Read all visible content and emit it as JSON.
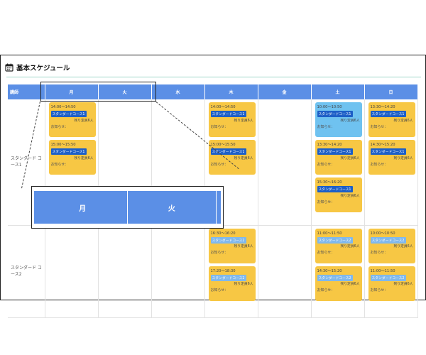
{
  "title": "基本スケジュール",
  "header": [
    "講師",
    "月",
    "火",
    "水",
    "木",
    "金",
    "土",
    "日"
  ],
  "courses": [
    "スタンダード コース1",
    "スタンダード コース2"
  ],
  "labels": {
    "course1": "スタンダードコース1",
    "course2": "スタンダードコース2",
    "remain": "残り定員6人",
    "notice": "お知らせ："
  },
  "row1": {
    "mon": [
      "14:00〜14:50",
      "15:00〜15:50"
    ],
    "thu": [
      "14:00〜14:50",
      "15:00〜15:50"
    ],
    "sat": [
      "10:00〜10:50",
      "13:30〜14:20",
      "15:30〜16:20"
    ],
    "sun": [
      "13:30〜14:20",
      "14:30〜15:20"
    ]
  },
  "row2": {
    "thu": [
      "16:30〜16:20",
      "17:20〜18:30"
    ],
    "sat": [
      "11:00〜11:50",
      "14:30〜15:20"
    ],
    "sun": [
      "10:00〜10:50",
      "11:00〜11:50"
    ]
  },
  "zoom": [
    "月",
    "火"
  ],
  "colors": {
    "header": "#5b8fe6",
    "card": "#f7c744",
    "card_highlight": "#6fc2f0",
    "badge": "#1d5fc7",
    "badge_light": "#7fb8ec"
  }
}
